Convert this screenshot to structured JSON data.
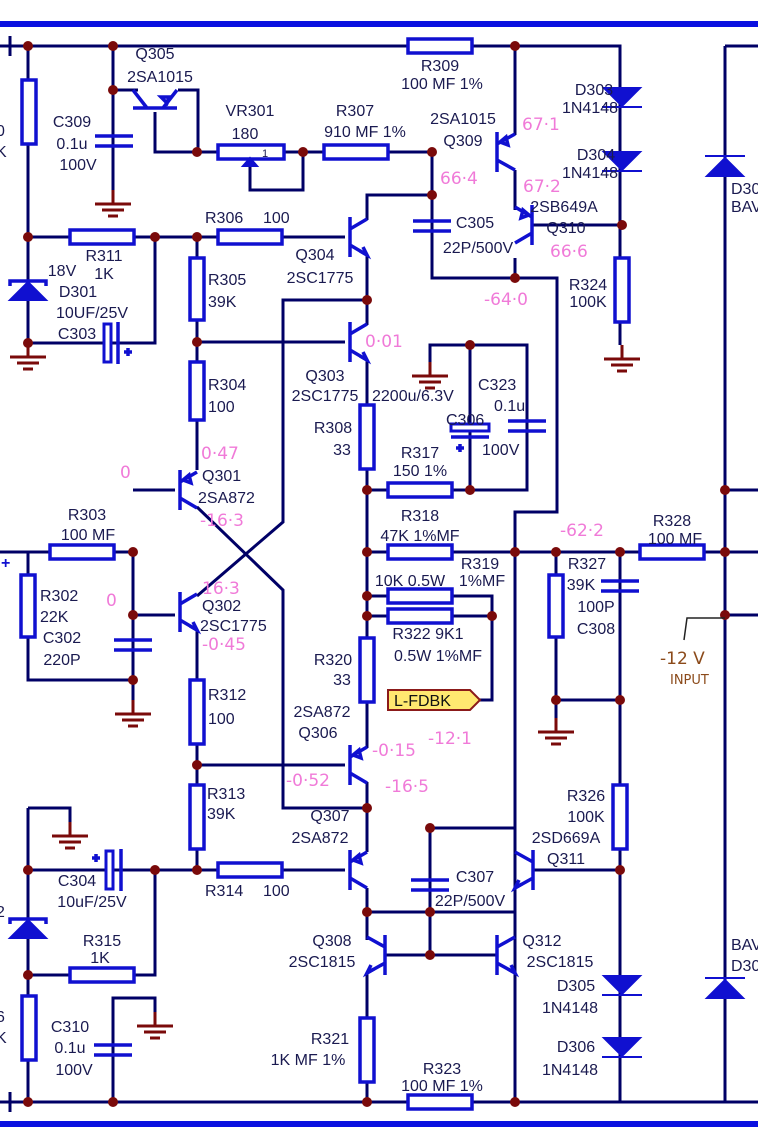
{
  "components": {
    "Q305": {
      "ref": "Q305",
      "part": "2SA1015"
    },
    "C309": {
      "ref": "C309",
      "value": "0.1u",
      "rating": "100V"
    },
    "VR301": {
      "ref": "VR301",
      "value": "180",
      "pin": "1"
    },
    "R307": {
      "ref": "R307",
      "value": "910 MF 1%"
    },
    "R309": {
      "ref": "R309",
      "value": "100 MF 1%"
    },
    "Q309": {
      "ref": "Q309",
      "part": "2SA1015"
    },
    "D303": {
      "ref": "D303",
      "part": "1N4148"
    },
    "D304": {
      "ref": "D304",
      "part": "1N4148"
    },
    "Q310": {
      "ref": "Q310",
      "part": "2SB649A"
    },
    "C305": {
      "ref": "C305",
      "value": "22P/500V"
    },
    "R306": {
      "ref": "R306",
      "value": "100"
    },
    "R311": {
      "ref": "R311",
      "value": "1K"
    },
    "D301": {
      "ref": "D301",
      "value": "18V"
    },
    "C303": {
      "ref": "C303",
      "value": "10UF/25V"
    },
    "Q304": {
      "ref": "Q304",
      "part": "2SC1775"
    },
    "R305": {
      "ref": "R305",
      "value": "39K"
    },
    "R324": {
      "ref": "R324",
      "value": "100K"
    },
    "Q303": {
      "ref": "Q303",
      "part": "2SC1775"
    },
    "R304": {
      "ref": "R304",
      "value": "100"
    },
    "C306": {
      "ref": "C306",
      "value": "2200u/6.3V"
    },
    "C323": {
      "ref": "C323",
      "value": "0.1u",
      "rating": "100V"
    },
    "R308": {
      "ref": "R308",
      "value": "33"
    },
    "R317": {
      "ref": "R317",
      "value": "150 1%"
    },
    "Q301": {
      "ref": "Q301",
      "part": "2SA872"
    },
    "R303": {
      "ref": "R303",
      "value": "100 MF"
    },
    "R318": {
      "ref": "R318",
      "value": "47K 1%MF"
    },
    "R328": {
      "ref": "R328",
      "value": "100 MF"
    },
    "R319": {
      "ref": "R319",
      "value": "10K 0.5W",
      "value2": "1%MF"
    },
    "R327": {
      "ref": "R327",
      "value": "39K"
    },
    "C308": {
      "ref": "C308",
      "value": "100P"
    },
    "R302": {
      "ref": "R302",
      "value": "22K"
    },
    "Q302": {
      "ref": "Q302",
      "part": "2SC1775"
    },
    "C302": {
      "ref": "C302",
      "value": "220P"
    },
    "R322": {
      "ref": "R322 9K1",
      "value": "0.5W 1%MF"
    },
    "R320": {
      "ref": "R320",
      "value": "33"
    },
    "R312": {
      "ref": "R312",
      "value": "100"
    },
    "Q306": {
      "ref": "Q306",
      "part": "2SA872"
    },
    "R313": {
      "ref": "R313",
      "value": "39K"
    },
    "R326": {
      "ref": "R326",
      "value": "100K"
    },
    "Q307": {
      "ref": "Q307",
      "part": "2SA872"
    },
    "Q311": {
      "ref": "Q311",
      "part": "2SD669A"
    },
    "C304": {
      "ref": "C304",
      "value": "10uF/25V"
    },
    "R314": {
      "ref": "R314",
      "value": "100"
    },
    "C307": {
      "ref": "C307",
      "value": "22P/500V"
    },
    "R315": {
      "ref": "R315",
      "value": "1K"
    },
    "Q308": {
      "ref": "Q308",
      "part": "2SC1815"
    },
    "Q312": {
      "ref": "Q312",
      "part": "2SC1815"
    },
    "D305": {
      "ref": "D305",
      "part": "1N4148"
    },
    "D306": {
      "ref": "D306",
      "part": "1N4148"
    },
    "C310": {
      "ref": "C310",
      "value": "0.1u",
      "rating": "100V"
    },
    "R321": {
      "ref": "R321",
      "value": "1K MF 1%"
    },
    "R323": {
      "ref": "R323",
      "value": "100 MF 1%"
    }
  },
  "partial_labels": {
    "right_top_ref": "D30",
    "right_top_part": "BAV",
    "right_bottom_part": "BAV",
    "right_bottom_ref": "D30",
    "left_1a": "0",
    "left_1b": "K",
    "left_2": "2",
    "left_3a": "6",
    "left_3b": "K",
    "plus_left": "+"
  },
  "net_label": "L-FDBK",
  "voltage_annotations": {
    "q309_e": "67·1",
    "q309_b": "66·4",
    "q309_c": "67·2",
    "q310_b": "66·6",
    "q310_c": "-64·0",
    "q303_e": "0·01",
    "q301_e": "0·47",
    "q301_b": "0",
    "q301_c": "-16·3",
    "out": "-62·2",
    "q302_c": "16·3",
    "q302_b": "0",
    "q302_e": "-0·45",
    "fdbk": "-12·1",
    "q306_e": "-0·15",
    "q306_b": "-0·52",
    "q306_c": "-16·5"
  },
  "handwritten_note": {
    "line1": "-12 V",
    "line2": "INPUT"
  },
  "colors": {
    "wire": "#000066",
    "component": "#1010d0",
    "junction": "#7a0a0a",
    "annotation": "#f07ad8",
    "note": "#8b4a1a",
    "net_label_fill": "#ffe870"
  }
}
